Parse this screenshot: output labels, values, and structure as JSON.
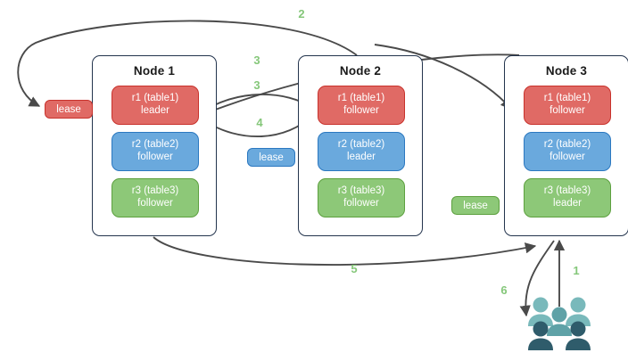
{
  "diagram": {
    "title": "raft-lease-replication-diagram",
    "background": "#ffffff",
    "arrow_color": "#4a4a4a",
    "step_label_color": "#85c77a",
    "node_border_color": "#23344d",
    "colors": {
      "red_fill": "#e06a65",
      "red_border": "#c8322c",
      "blue_fill": "#6aa9dd",
      "blue_border": "#2b78c0",
      "green_fill": "#8dc878",
      "green_border": "#5da03f",
      "people_light": "#76b5b8",
      "people_mid": "#4b8a93",
      "people_dark": "#2f5c6b"
    }
  },
  "nodes": [
    {
      "id": "node1",
      "title": "Node 1",
      "replicas": [
        {
          "name": "r1 (table1)",
          "role": "leader",
          "color": "red"
        },
        {
          "name": "r2 (table2)",
          "role": "follower",
          "color": "blue"
        },
        {
          "name": "r3 (table3)",
          "role": "follower",
          "color": "green"
        }
      ]
    },
    {
      "id": "node2",
      "title": "Node 2",
      "replicas": [
        {
          "name": "r1 (table1)",
          "role": "follower",
          "color": "red"
        },
        {
          "name": "r2 (table2)",
          "role": "leader",
          "color": "blue"
        },
        {
          "name": "r3 (table3)",
          "role": "follower",
          "color": "green"
        }
      ]
    },
    {
      "id": "node3",
      "title": "Node 3",
      "replicas": [
        {
          "name": "r1 (table1)",
          "role": "follower",
          "color": "red"
        },
        {
          "name": "r2 (table2)",
          "role": "follower",
          "color": "blue"
        },
        {
          "name": "r3 (table3)",
          "role": "leader",
          "color": "green"
        }
      ]
    }
  ],
  "leases": [
    {
      "id": "lease-r1",
      "label": "lease",
      "color": "red"
    },
    {
      "id": "lease-r2",
      "label": "lease",
      "color": "blue"
    },
    {
      "id": "lease-r3",
      "label": "lease",
      "color": "green"
    }
  ],
  "steps": [
    {
      "id": "step-2",
      "label": "2"
    },
    {
      "id": "step-3a",
      "label": "3"
    },
    {
      "id": "step-3b",
      "label": "3"
    },
    {
      "id": "step-4",
      "label": "4"
    },
    {
      "id": "step-5",
      "label": "5"
    },
    {
      "id": "step-1",
      "label": "1"
    },
    {
      "id": "step-6",
      "label": "6"
    }
  ],
  "actors": {
    "people_icon": "people-group-icon"
  }
}
